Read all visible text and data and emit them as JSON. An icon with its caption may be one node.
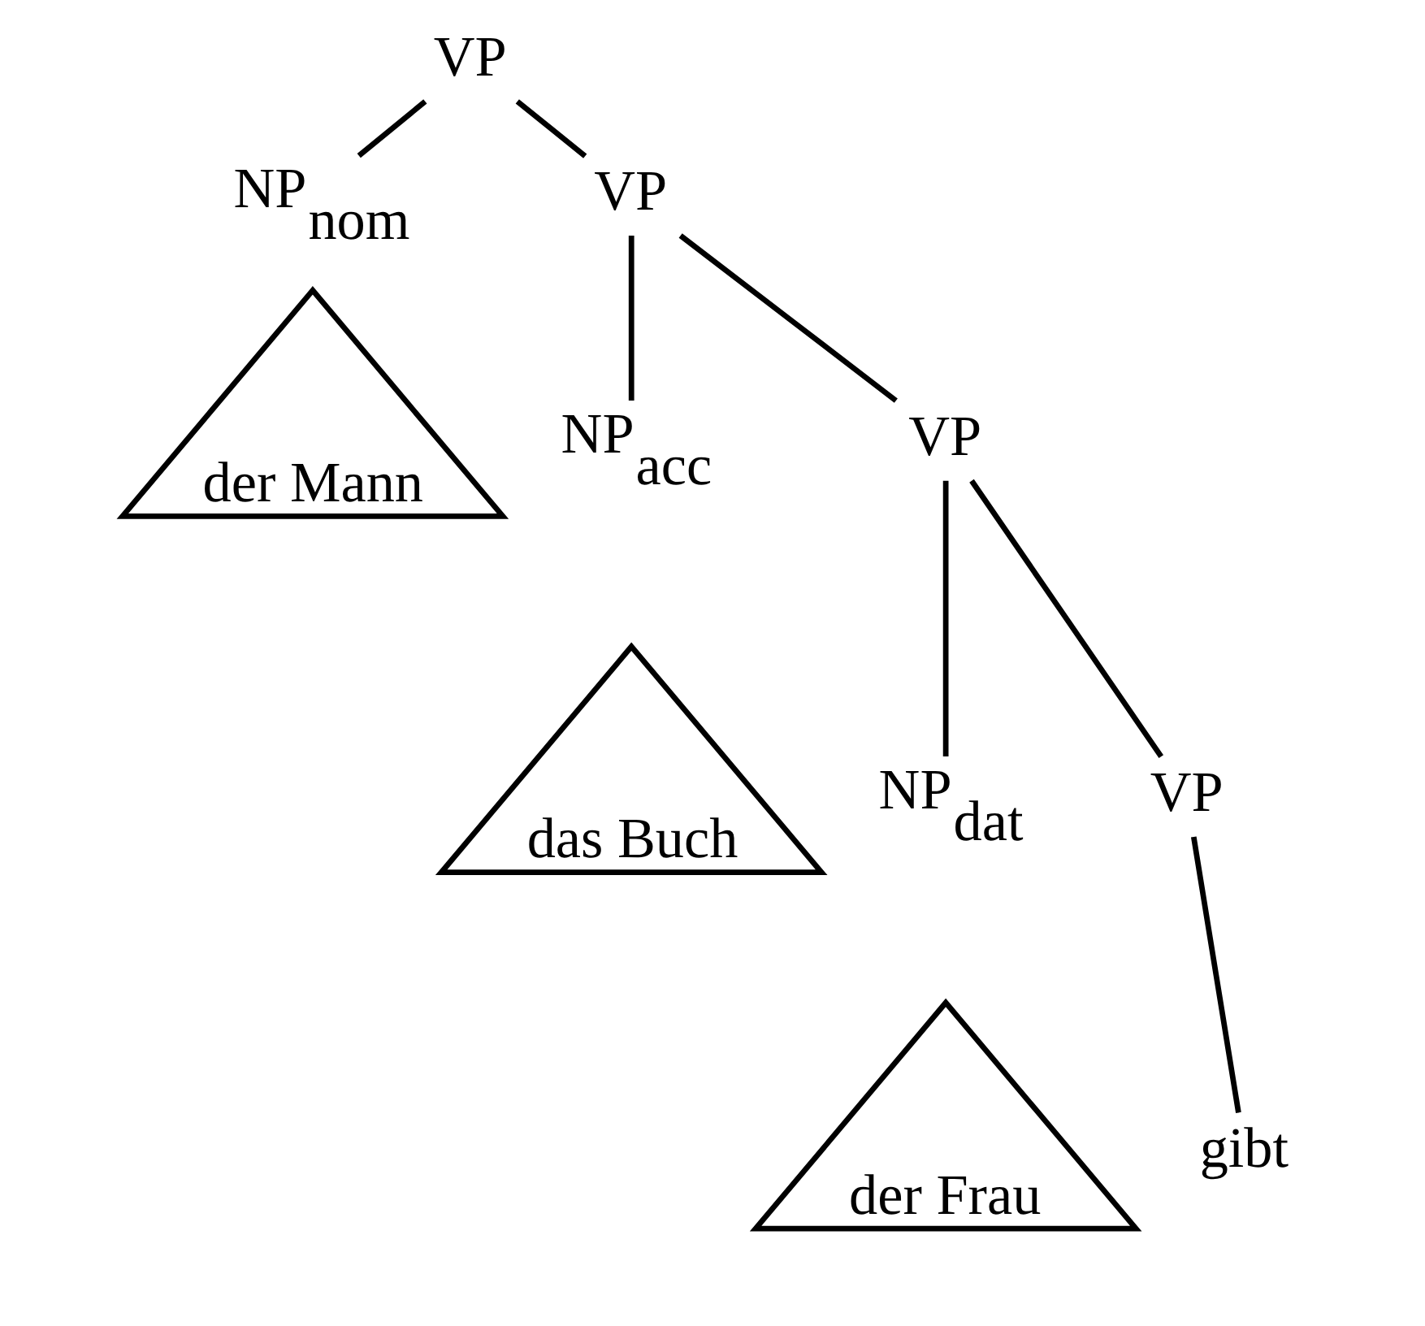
{
  "diagram": {
    "nodes": [
      {
        "text": [
          "VP"
        ]
      },
      {
        "text": [
          "NP$_{nom}$"
        ]
      },
      {
        "text": [
          "VP"
        ]
      },
      {
        "text": [
          "der Mann"
        ]
      },
      {
        "text": [
          "NP$_{acc}$"
        ]
      },
      {
        "text": [
          "VP"
        ]
      },
      {
        "text": [
          "das Buch"
        ]
      },
      {
        "text": [
          "NP$_{dat}$"
        ]
      },
      {
        "text": [
          "VP"
        ]
      },
      {
        "text": [
          "der Frau"
        ]
      },
      {
        "text": [
          "gibt"
        ]
      }
    ],
    "edges": [
      {
        "from": 0,
        "to": 1,
        "arrow": "none"
      },
      {
        "from": 0,
        "to": 2,
        "arrow": "none"
      },
      {
        "from": 2,
        "to": 4,
        "arrow": "none"
      },
      {
        "from": 2,
        "to": 5,
        "arrow": "none"
      },
      {
        "from": 5,
        "to": 7,
        "arrow": "none"
      },
      {
        "from": 5,
        "to": 8,
        "arrow": "none"
      },
      {
        "from": 8,
        "to": 10,
        "arrow": "none"
      }
    ]
  }
}
